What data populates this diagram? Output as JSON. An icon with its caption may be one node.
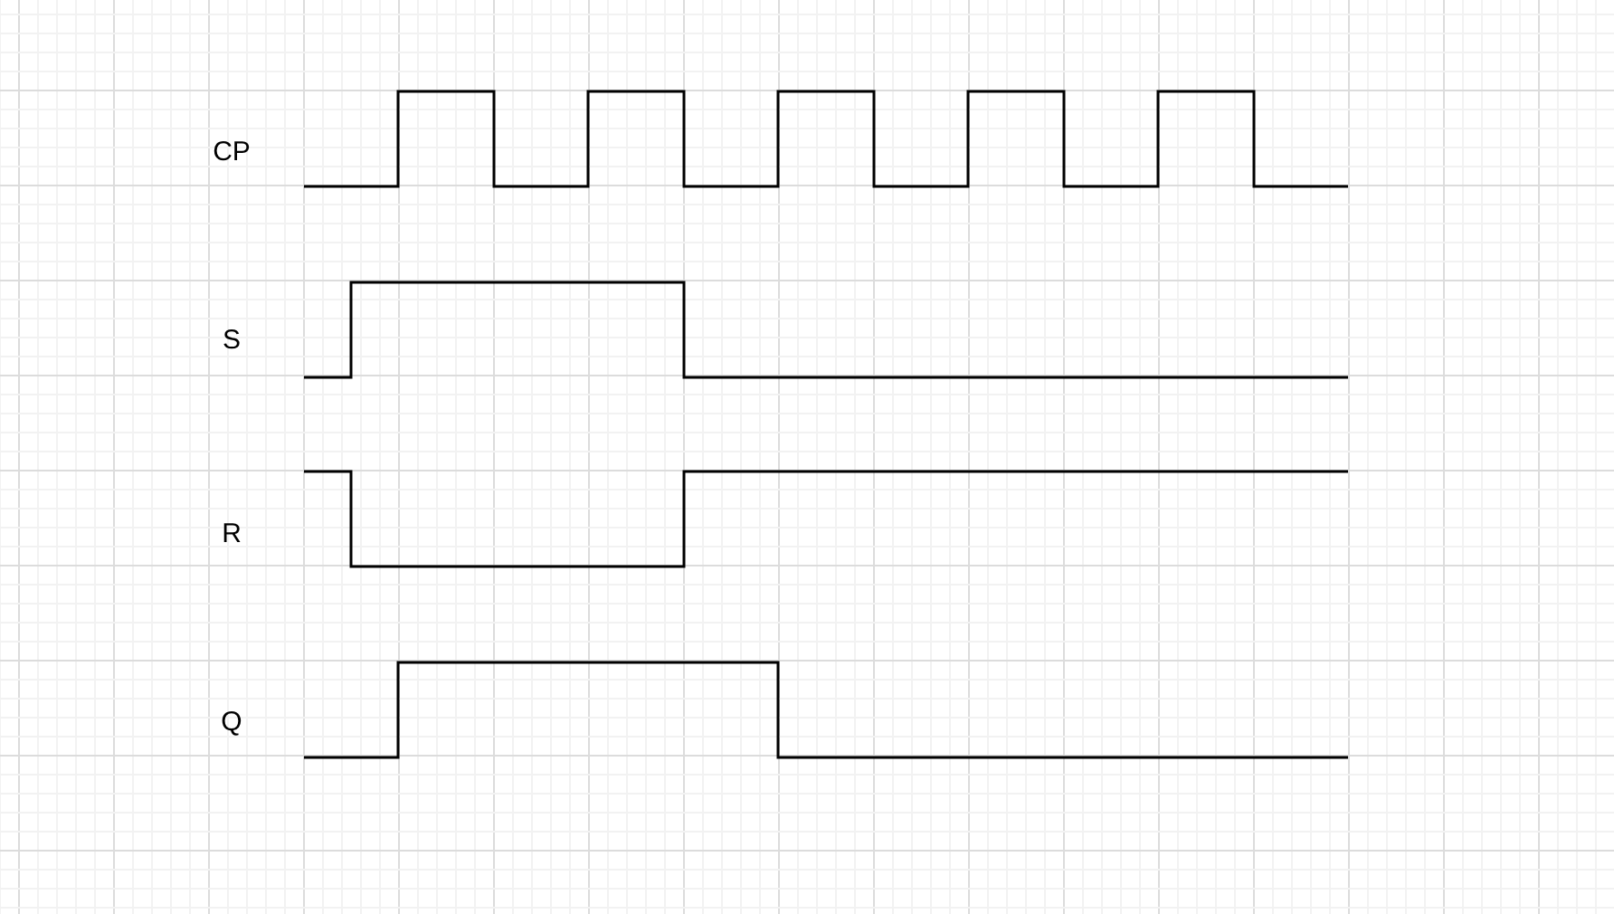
{
  "diagram": {
    "labels": [
      "CP",
      "S",
      "R",
      "Q"
    ]
  }
}
